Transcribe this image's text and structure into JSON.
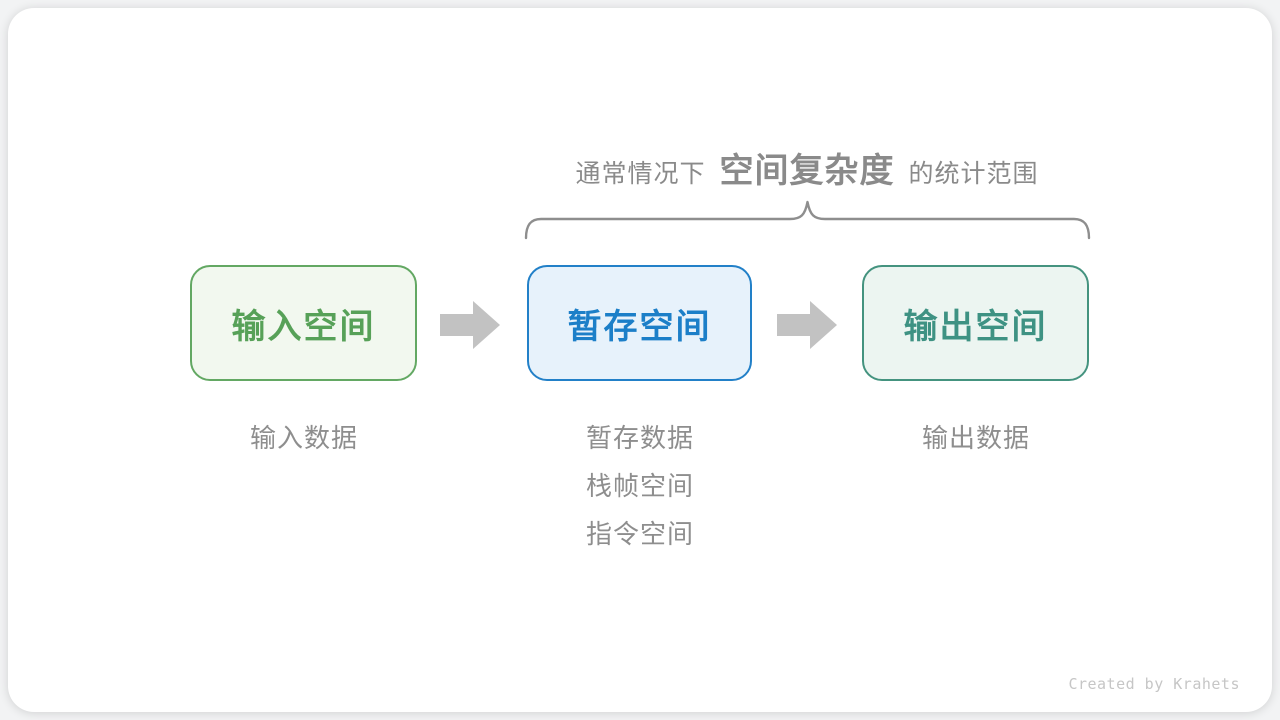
{
  "annotation": {
    "prefix": "通常情况下",
    "term": "空间复杂度",
    "suffix": "的统计范围",
    "color": "#8a8a8a"
  },
  "nodes": [
    {
      "label": "输入空间",
      "text_color": "#57a158",
      "border_color": "#63a863",
      "bg_color": "#f2f8ef",
      "caption_lines": [
        "输入数据"
      ]
    },
    {
      "label": "暂存空间",
      "text_color": "#1c7fc8",
      "border_color": "#2280c8",
      "bg_color": "#e7f2fb",
      "caption_lines": [
        "暂存数据",
        "栈帧空间",
        "指令空间"
      ]
    },
    {
      "label": "输出空间",
      "text_color": "#3e9283",
      "border_color": "#44937f",
      "bg_color": "#ecf5f1",
      "caption_lines": [
        "输出数据"
      ]
    }
  ],
  "colors": {
    "arrow": "#c2c2c2",
    "brace": "#8e8e8e",
    "caption": "#8e8e8e",
    "credit": "#c6c6c6"
  },
  "credit": "Created by Krahets"
}
